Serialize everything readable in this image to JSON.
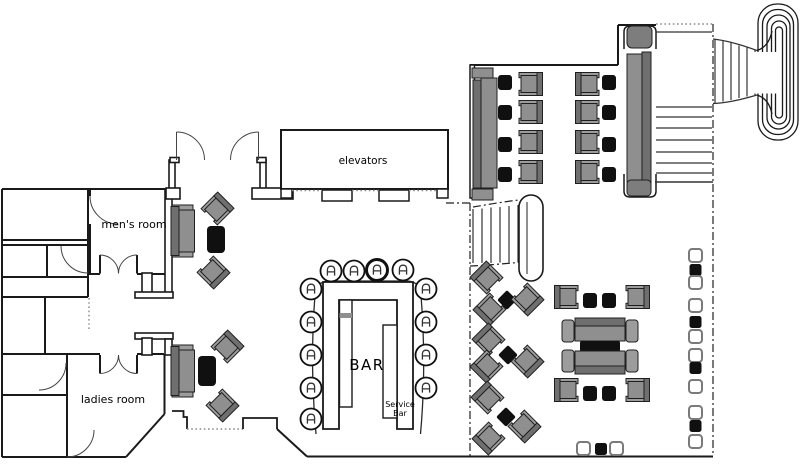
{
  "page": {
    "title": "Lounge and bar floor plan",
    "background": "#ffffff"
  },
  "labels": {
    "mens_room": "men's room",
    "ladies_room": "ladies room",
    "elevators": "elevators",
    "bar": "BAR",
    "service_bar_line1": "Service",
    "service_bar_line2": "Bar"
  },
  "colors": {
    "walls": "#1a1a1a",
    "furniture_gray": "#8f8f8f",
    "furniture_dark": "#6f6f6f",
    "furniture_light": "#9c9c9c",
    "accent_black": "#101010",
    "dotted_line": "#8a8a8a"
  },
  "counts": {
    "bar_stools": 13,
    "elevator_cars": 2,
    "diagonal_dining_clusters": 3,
    "wall_side_table_groups": 4,
    "booth_rows": 4
  }
}
